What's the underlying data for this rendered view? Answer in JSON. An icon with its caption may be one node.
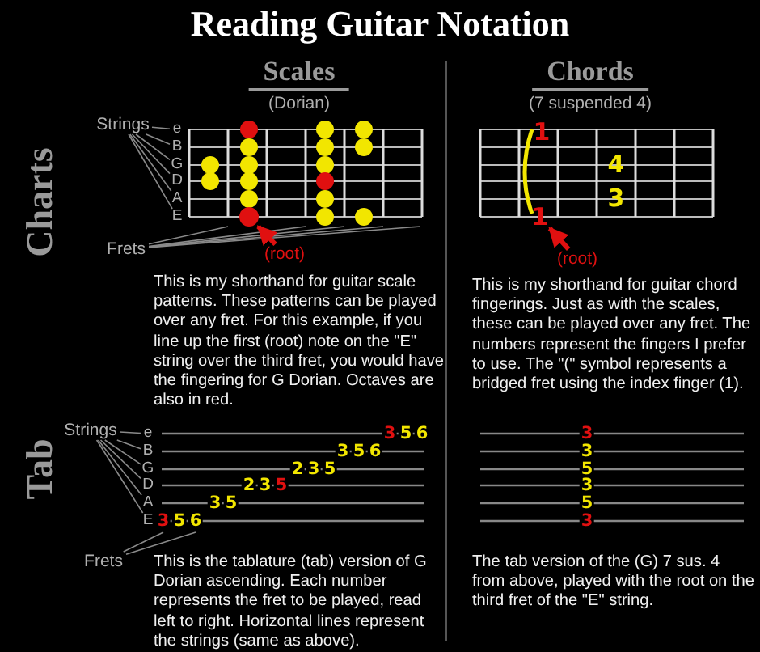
{
  "diagram": {
    "title": "Reading Guitar Notation",
    "nodes": [
      {
        "text": [
          "Strings"
        ]
      },
      {
        "text": [
          "e"
        ]
      },
      {
        "text": [
          "B"
        ]
      },
      {
        "text": [
          "G"
        ]
      },
      {
        "text": [
          "D"
        ]
      },
      {
        "text": [
          "A"
        ]
      },
      {
        "text": [
          "E"
        ]
      },
      {
        "text": [
          "Frets"
        ]
      },
      {
        "text": [],
        "shape": "picture"
      },
      {
        "text": [],
        "shape": "circle",
        "in": 8
      },
      {
        "text": [
          "(root)"
        ]
      },
      {
        "text": [
          "1"
        ]
      },
      {
        "text": [
          "(root)"
        ]
      },
      {
        "text": [
          "Strings"
        ]
      },
      {
        "text": [
          "e"
        ]
      },
      {
        "text": [
          "B"
        ]
      },
      {
        "text": [
          "G"
        ]
      },
      {
        "text": [
          "D"
        ]
      },
      {
        "text": [
          "A"
        ]
      },
      {
        "text": [
          "E"
        ]
      },
      {
        "text": [],
        "shape": "picture"
      },
      {
        "text": [
          "Frets"
        ]
      }
    ],
    "edges": [
      {
        "from": 0,
        "to": 1,
        "arrow": "none"
      },
      {
        "from": 0,
        "to": 2,
        "arrow": "none"
      },
      {
        "from": 0,
        "to": 3,
        "arrow": "none"
      },
      {
        "from": 0,
        "to": 4,
        "arrow": "none"
      },
      {
        "from": 0,
        "to": 5,
        "arrow": "none"
      },
      {
        "from": 0,
        "to": 6,
        "arrow": "none"
      },
      {
        "from": 7,
        "to": 8,
        "arrow": "none"
      },
      {
        "from": 7,
        "to": 8,
        "arrow": "none"
      },
      {
        "from": 7,
        "to": 8,
        "arrow": "none"
      },
      {
        "from": 7,
        "to": 8,
        "arrow": "none"
      },
      {
        "from": 7,
        "to": 8,
        "arrow": "none"
      },
      {
        "from": 10,
        "to": 9,
        "arrow": "to",
        "style": "thick",
        "color": "#e01010"
      },
      {
        "from": 12,
        "to": 11,
        "arrow": "to",
        "style": "thick",
        "color": "#e01010"
      },
      {
        "from": 13,
        "to": 14,
        "arrow": "none"
      },
      {
        "from": 13,
        "to": 15,
        "arrow": "none"
      },
      {
        "from": 13,
        "to": 16,
        "arrow": "none"
      },
      {
        "from": 13,
        "to": 17,
        "arrow": "none"
      },
      {
        "from": 13,
        "to": 18,
        "arrow": "none"
      },
      {
        "from": 13,
        "to": 19,
        "arrow": "none"
      },
      {
        "from": 21,
        "to": 20,
        "arrow": "none"
      },
      {
        "from": 21,
        "to": 20,
        "arrow": "none"
      }
    ],
    "labels": [
      "Scales",
      "(Dorian)",
      "Chords",
      "(7 suspended 4)",
      "Charts",
      "1",
      "4",
      "3",
      "This is my shorthand for guitar scale patterns.  These patterns can be played over any fret.  For this example, if you line up the first (root) note on the \"E\" string over the third fret, you would have the fingering for G Dorian. Octaves are also in red.",
      "This is my shorthand for guitar chord fingerings.  Just as with the scales, these can be played over any fret. The numbers represent the fingers I prefer to use.  The \"(\" symbol represents a bridged fret using the index finger (1).",
      "Tab",
      "3",
      "5",
      "6",
      "3",
      "5",
      "6",
      "2",
      "3",
      "5",
      "2",
      "3",
      "5",
      "3",
      "5",
      "3",
      "5",
      "6",
      "3",
      "3",
      "5",
      "3",
      "5",
      "3",
      "This is the tablature (tab) version of G Dorian ascending.  Each number represents the fret to be played, read left to right.  Horizontal lines represent the strings (same as above).",
      "The tab version of the (G) 7 sus. 4 from above, played with the root on the third fret of the \"E\" string."
    ]
  }
}
